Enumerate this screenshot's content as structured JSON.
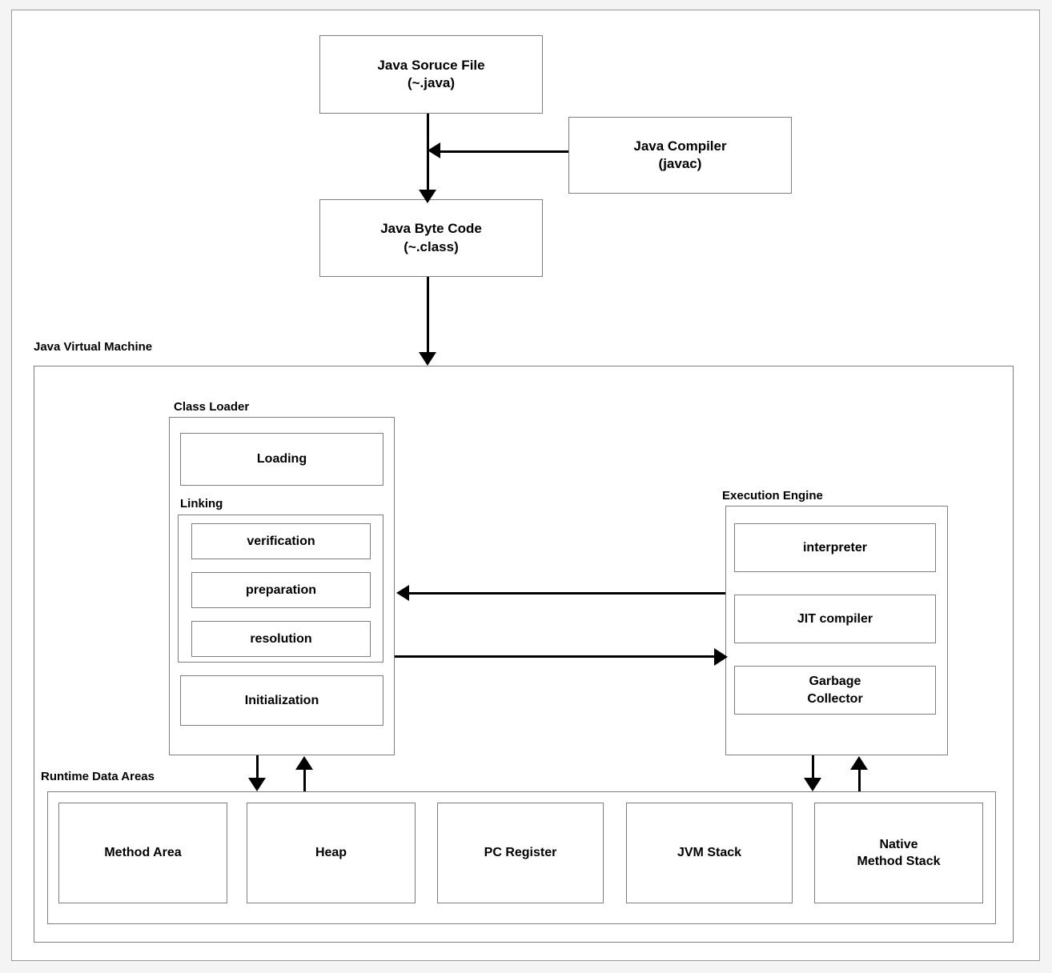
{
  "diagram": {
    "title_nodes": {
      "source_file": "Java Soruce File\n(~.java)",
      "compiler": "Java Compiler\n(javac)",
      "byte_code": "Java Byte Code\n(~.class)"
    },
    "jvm": {
      "label": "Java Virtual Machine",
      "class_loader": {
        "label": "Class Loader",
        "loading": "Loading",
        "linking": {
          "label": "Linking",
          "steps": [
            {
              "label": "verification"
            },
            {
              "label": "preparation"
            },
            {
              "label": "resolution"
            }
          ]
        },
        "initialization": "Initialization"
      },
      "execution_engine": {
        "label": "Execution Engine",
        "components": [
          {
            "label": "interpreter"
          },
          {
            "label": "JIT compiler"
          },
          {
            "label": "Garbage\nCollector"
          }
        ]
      },
      "runtime_data_areas": {
        "label": "Runtime Data Areas",
        "areas": [
          {
            "label": "Method Area"
          },
          {
            "label": "Heap"
          },
          {
            "label": "PC Register"
          },
          {
            "label": "JVM Stack"
          },
          {
            "label": "Native\nMethod Stack"
          }
        ]
      }
    },
    "colors": {
      "page_background": "#f4f4f4",
      "canvas": "#ffffff",
      "box_border": "#7f7f83",
      "arrow": "#000000",
      "text": "#000000"
    }
  }
}
